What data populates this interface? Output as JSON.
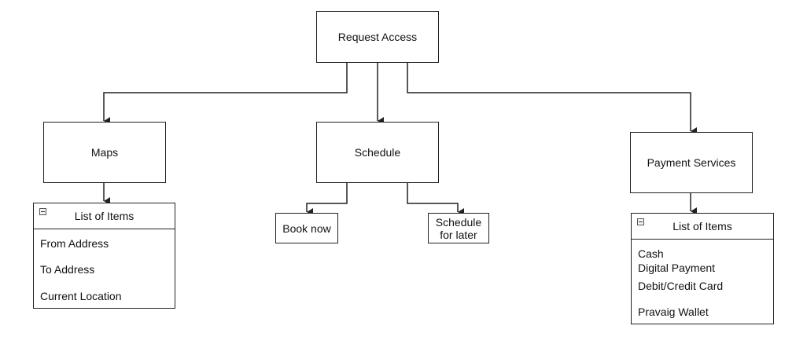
{
  "diagram": {
    "root": "Request Access",
    "maps": {
      "title": "Maps",
      "list_title": "List of Items",
      "items": [
        "From Address",
        "To Address",
        "Current Location"
      ]
    },
    "schedule": {
      "title": "Schedule",
      "options": [
        "Book now",
        "Schedule\nfor later"
      ]
    },
    "payment": {
      "title": "Payment Services",
      "list_title": "List of Items",
      "items": [
        "Cash",
        "Digital Payment",
        "Debit/Credit Card",
        "Pravaig Wallet"
      ]
    }
  },
  "colors": {
    "stroke": "#222222",
    "background": "#ffffff"
  }
}
